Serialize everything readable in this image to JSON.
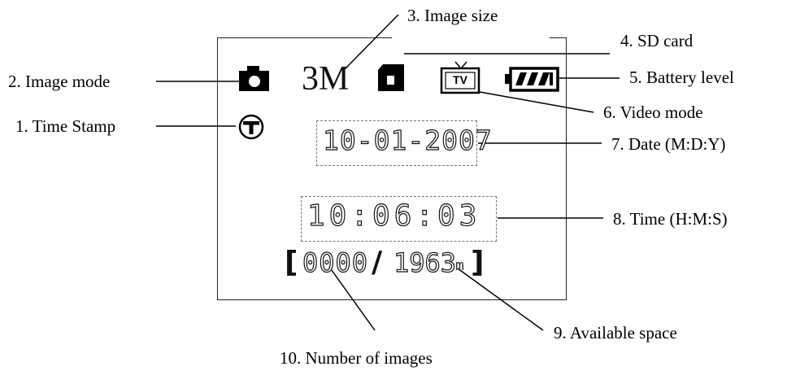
{
  "labels": {
    "image_mode": "2. Image mode",
    "time_stamp": "1. Time Stamp",
    "image_size": "3. Image size",
    "sd_card": "4. SD card",
    "battery_level": "5. Battery level",
    "video_mode": "6. Video mode",
    "date": "7. Date (M:D:Y)",
    "time": "8. Time (H:M:S)",
    "available_space": "9. Available space",
    "number_of_images": "10. Number of images"
  },
  "display": {
    "image_size_value": "3M",
    "tv_text": "TV",
    "timestamp_symbol": "T",
    "date_value": "10-01-2007",
    "time_value": "10:06:03",
    "image_count": "0000",
    "separator": "/",
    "available_value": "1963",
    "available_unit": "m",
    "bracket_open": "[",
    "bracket_close": "]"
  },
  "icons": {
    "camera": "camera-icon",
    "sd_card": "sd-card-icon",
    "tv": "tv-icon",
    "battery": "battery-icon",
    "timestamp": "timestamp-icon"
  }
}
